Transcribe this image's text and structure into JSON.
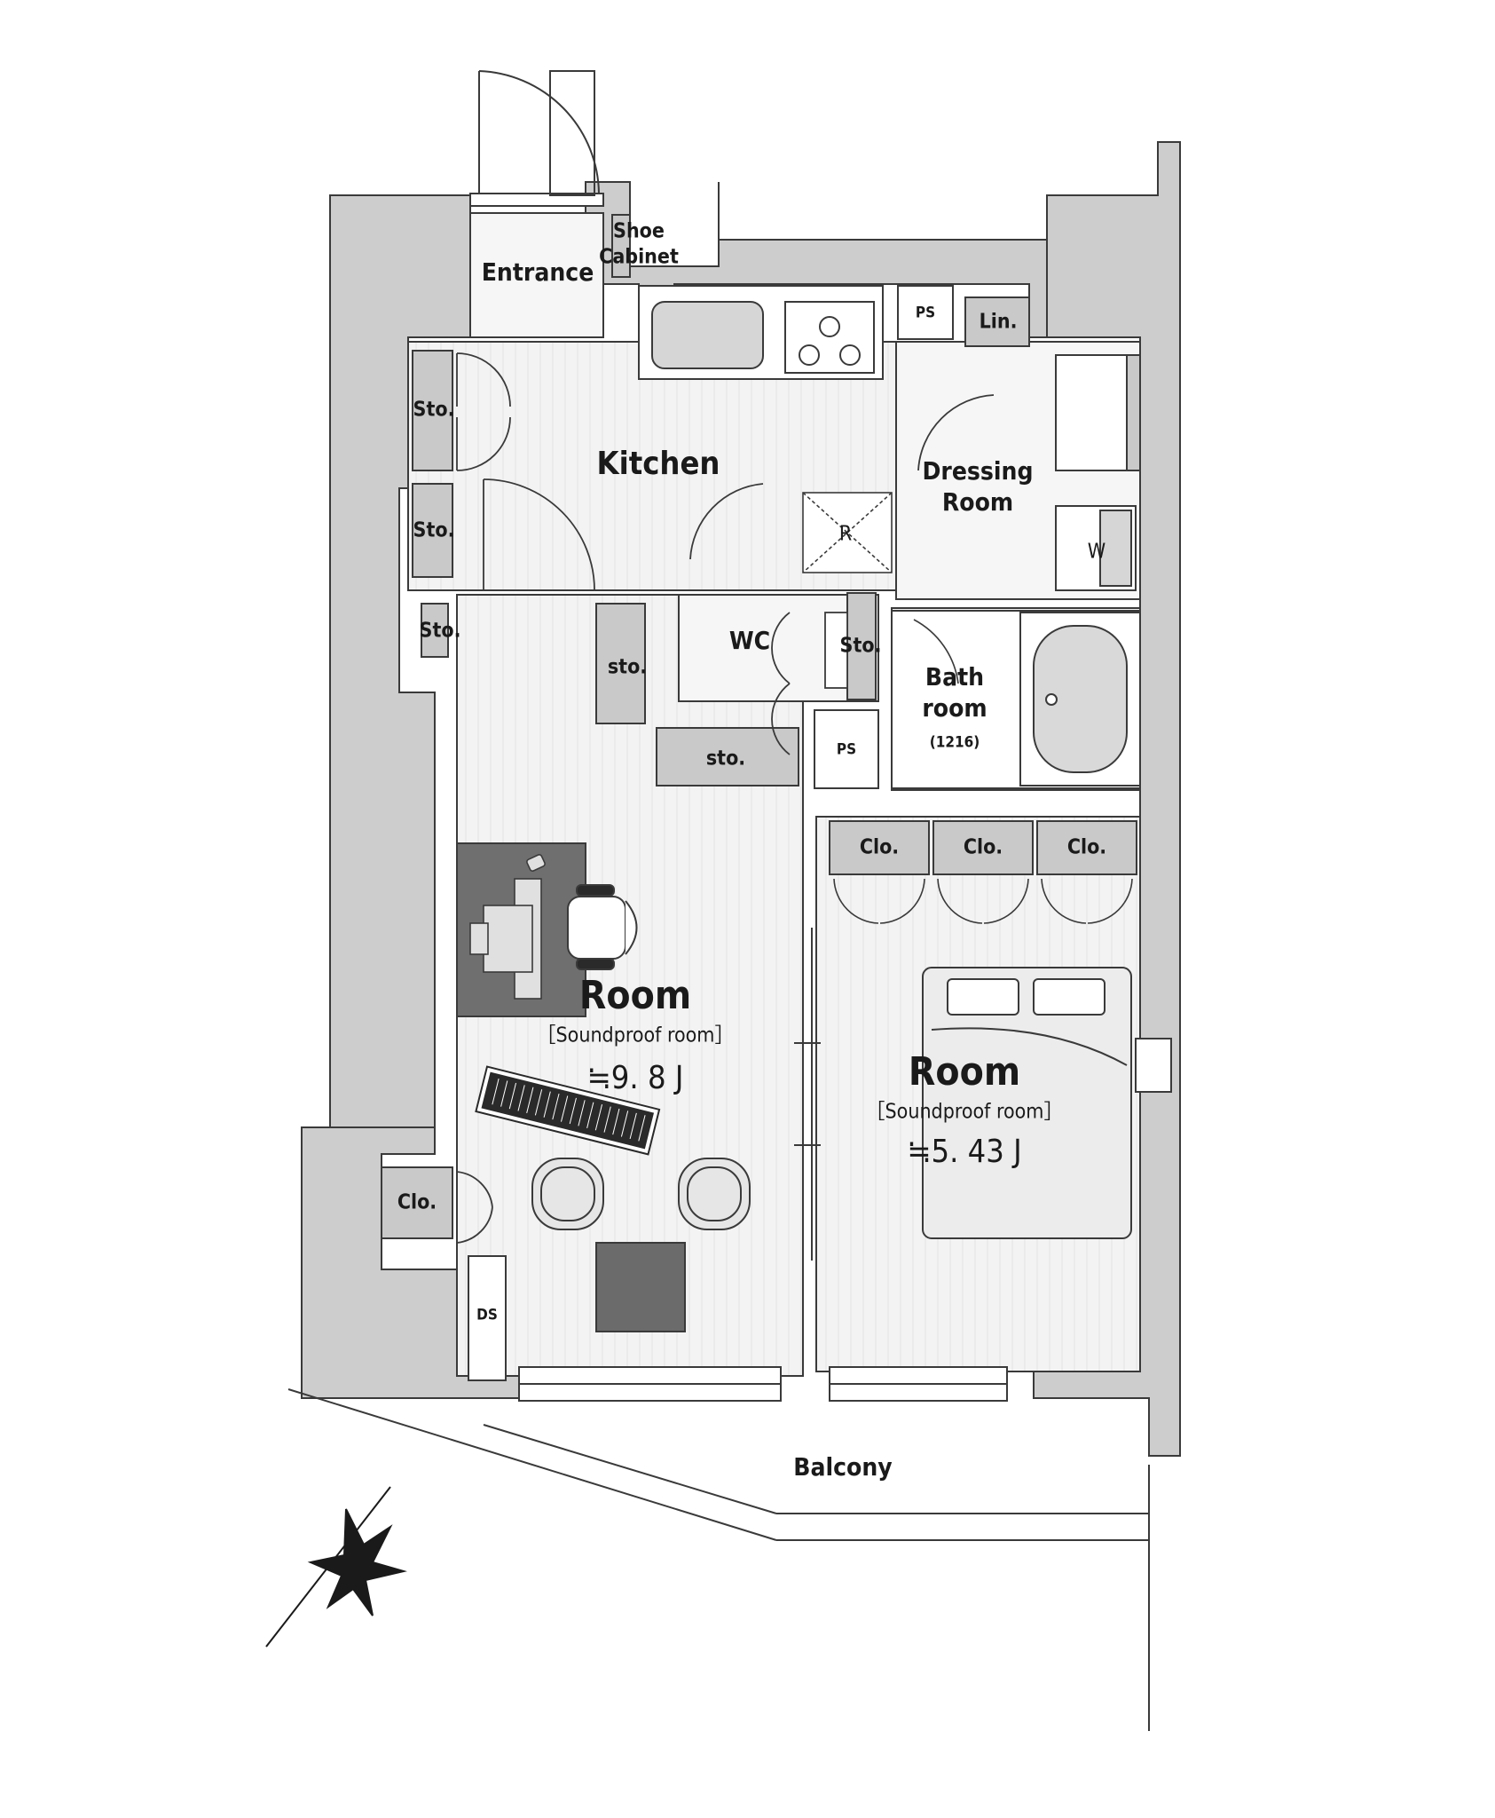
{
  "rooms": {
    "entrance": "Entrance",
    "shoe_cabinet": "Shoe\nCabinet",
    "kitchen": "Kitchen",
    "dressing_room": "Dressing\nRoom",
    "bath_room": "Bath\nroom",
    "bath_size": "(1216)",
    "wc": "WC",
    "room_left": "Room",
    "room_left_note": "［Soundproof room］",
    "room_left_area": "≒9. 8 J",
    "room_right": "Room",
    "room_right_note": "［Soundproof room］",
    "room_right_area": "≒5. 43 J",
    "balcony": "Balcony"
  },
  "storage": {
    "sto_1": "Sto.",
    "sto_2": "Sto.",
    "sto_3": "Sto.",
    "sto_wc": "Sto.",
    "sto_small_1": "sto.",
    "sto_small_2": "sto.",
    "lin": "Lin.",
    "ps_1": "PS",
    "ps_2": "PS",
    "refrigerator": "R",
    "washer": "W",
    "clo_1": "Clo.",
    "clo_2": "Clo.",
    "clo_3": "Clo.",
    "clo_4": "Clo.",
    "ds": "DS"
  },
  "colors": {
    "wall": "#cdcdcd",
    "wall_stroke": "#3a3a3a",
    "floor": "#f1f1f1",
    "storage": "#c9c9c9",
    "rug": "#6f6f6f",
    "table": "#6b6b6b",
    "ink": "#1a1a1a"
  },
  "icons": [
    "compass-icon",
    "stove-burner-icon",
    "sink-icon",
    "bathtub-icon",
    "bed-icon",
    "piano-icon",
    "desk-chair-icon",
    "stool-icon",
    "door-swing-icon"
  ]
}
